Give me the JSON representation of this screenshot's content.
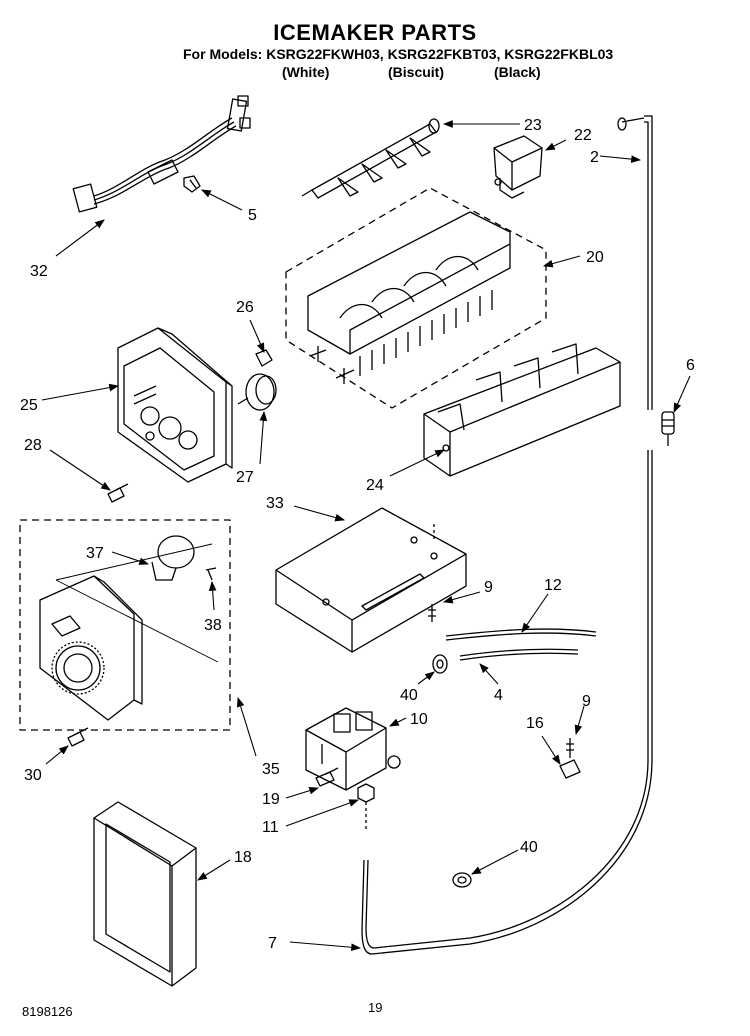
{
  "header": {
    "title": "ICEMAKER PARTS",
    "models_line": "For Models: KSRG22FKWH03, KSRG22FKBT03, KSRG22FKBL03",
    "colors": [
      "(White)",
      "(Biscuit)",
      "(Black)"
    ]
  },
  "footer": {
    "doc_number": "8198126",
    "page_number": "19"
  },
  "callouts": [
    "23",
    "22",
    "2",
    "5",
    "32",
    "20",
    "26",
    "25",
    "6",
    "28",
    "27",
    "24",
    "33",
    "37",
    "38",
    "9",
    "12",
    "40",
    "4",
    "10",
    "9",
    "16",
    "30",
    "35",
    "19",
    "11",
    "40",
    "18",
    "7"
  ]
}
